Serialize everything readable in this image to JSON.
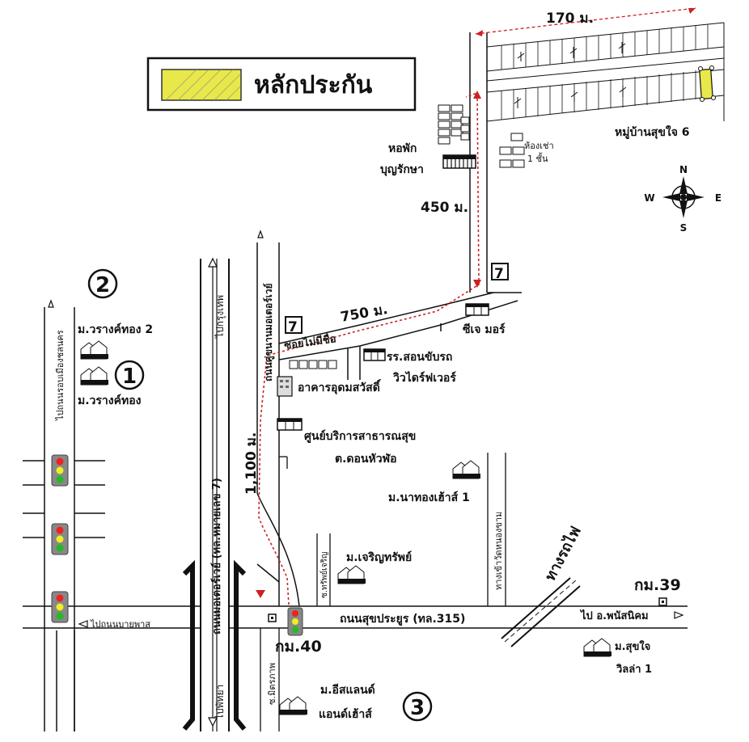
{
  "legend": {
    "label": "หลักประกัน",
    "swatch_color": "#e8e84a"
  },
  "distances": {
    "top": "170 ม.",
    "d450": "450 ม.",
    "d750": "750 ม.",
    "d1100": "1,100 ม."
  },
  "places": {
    "village_sukjai6": "หมู่บ้านสุขใจ 6",
    "dorm_1": "หอพัก",
    "dorm_2": "บุญรักษา",
    "rowhouse_1": "ห้องเช่า",
    "rowhouse_2": "1 ชั้น",
    "cj_more": "ซีเจ มอร์",
    "driving_school_1": "รร.สอนขับรถ",
    "driving_school_2": "วิวไดร์ฟเวอร์",
    "soi_no_name": "ซอยไม่มีชื่อ",
    "udom_building": "อาคารอุดมสวัสดิ์",
    "health_center_1": "ศูนย์บริการสาธารณสุข",
    "health_center_2": "ต.ดอนหัวฬ่อ",
    "natong_house": "ม.นาทองเฮ้าส์ 1",
    "charoensap": "ม.เจริญทรัพย์",
    "warangthong2": "ม.วรางค์ทอง 2",
    "warangthong": "ม.วรางค์ทอง",
    "eastland_1": "ม.อีสแลนด์",
    "eastland_2": "แอนด์เฮ้าส์",
    "sukjai_villa_1": "ม.สุขใจ",
    "sukjai_villa_2": "วิลล่า 1"
  },
  "roads": {
    "motorway": "ถนนมอเตอร์เวย์ (ทล.หมายเลข 7)",
    "sukhprayoon": "ถนนสุขประยูร (ทล.315)",
    "khanan_motorway": "ถนนคู่ขนานมอเตอร์เวย์",
    "to_bangkok": "ไปกรุงเทพ",
    "to_pattaya": "ไปพัทยา",
    "to_bypass": "ไปถนนบายพาส",
    "to_phanat": "ไป อ.พนัสนิคม",
    "to_rom_nakhon": "ไปถนนรอบเมืองชลนคร",
    "soi_charoensap": "ซ.ทรัพย์เจริญ",
    "soi_mitraphap": "ซ.มิตรภาพ",
    "wat_road": "ทางเข้าวัดหนองขาม",
    "railway": "ทางรถไฟ",
    "km39": "กม.39",
    "km40": "กม.40"
  },
  "markers": {
    "m1": "1",
    "m2": "2",
    "m3": "3"
  },
  "compass": {
    "n": "N",
    "s": "S",
    "e": "E",
    "w": "W"
  },
  "colors": {
    "route": "#cc2222",
    "road": "#111111"
  }
}
